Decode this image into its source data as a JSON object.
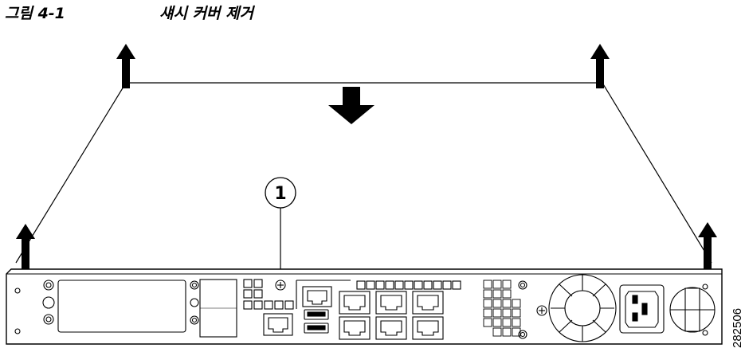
{
  "caption": {
    "label": "그림 4-1",
    "title": "섀시 커버 제거"
  },
  "callout": {
    "number": "1"
  },
  "figure_id": "282506"
}
